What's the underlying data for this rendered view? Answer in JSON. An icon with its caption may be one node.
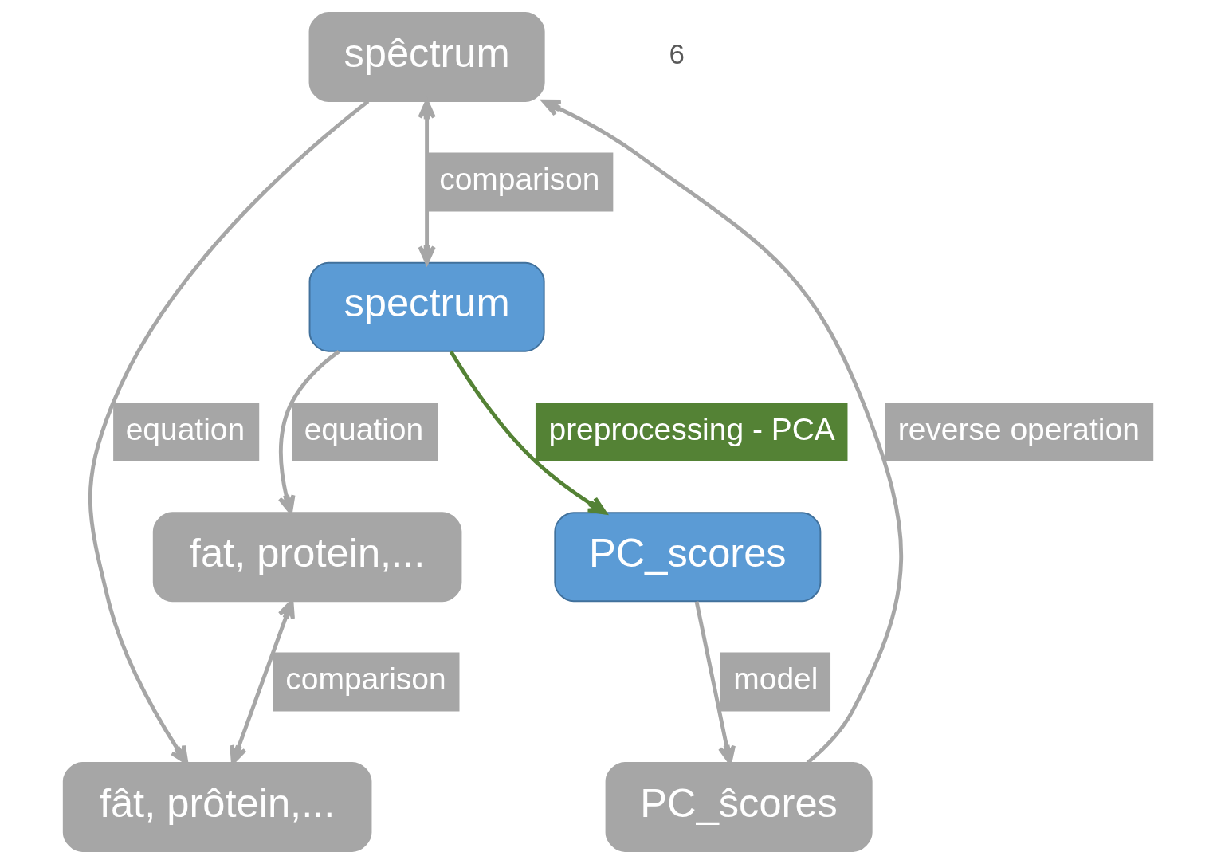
{
  "diagram": {
    "nodes": [
      {
        "text": [
          "fat, protein,..."
        ]
      },
      {
        "text": [
          "fât, prôtein,..."
        ]
      },
      {
        "text": [
          "spectrum"
        ]
      },
      {
        "text": [
          "spêctrum"
        ]
      },
      {
        "text": [
          "PC_scores"
        ]
      },
      {
        "text": [
          "PC_ŝcores"
        ]
      }
    ],
    "edges": [
      {
        "from": 0,
        "to": 1,
        "arrow": "both",
        "label": "comparison"
      },
      {
        "from": 2,
        "to": 0,
        "arrow": "to",
        "label": "equation"
      },
      {
        "from": 2,
        "to": 4,
        "arrow": "to",
        "label": "preprocessing - PCA",
        "color": "#548235"
      },
      {
        "from": 4,
        "to": 5,
        "arrow": "to",
        "label": "model"
      },
      {
        "from": 5,
        "to": 3,
        "arrow": "to",
        "label": "reverse operation"
      },
      {
        "from": 3,
        "to": 1,
        "arrow": "to",
        "label": "equation"
      },
      {
        "from": 3,
        "to": 2,
        "arrow": "both",
        "label": "comparison"
      }
    ],
    "labels": [
      "6"
    ]
  }
}
